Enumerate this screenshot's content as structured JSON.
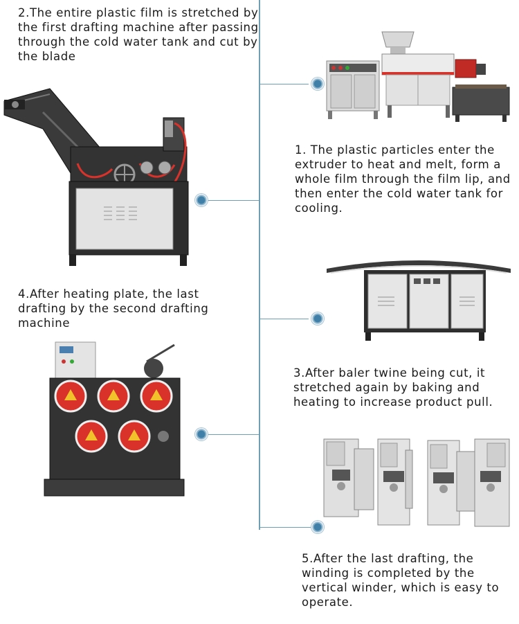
{
  "steps": [
    {
      "id": 1,
      "caption": "1. The plastic particles enter the extruder to heat and melt, form a whole film through the film lip, and then enter the cold water tank for cooling.",
      "photo_icon": "extruder-machine-icon"
    },
    {
      "id": 2,
      "caption": "2.The entire plastic film is stretched by the first drafting machine after passing through the cold water tank and cut by the blade",
      "photo_icon": "drafting-machine-icon"
    },
    {
      "id": 3,
      "caption": "3.After baler twine being cut, it stretched again by baking and heating to increase product pull.",
      "photo_icon": "heating-oven-icon"
    },
    {
      "id": 4,
      "caption": "4.After heating plate, the last drafting by the second drafting machine",
      "photo_icon": "second-drafting-machine-icon"
    },
    {
      "id": 5,
      "caption": "5.After the last drafting, the winding is completed by the vertical winder, which is easy to operate.",
      "photo_icon": "vertical-winder-icon"
    }
  ],
  "colors": {
    "timeline": "#6f9fb5",
    "dot": "#3f7fa8",
    "machine_grey": "#e3e3e3",
    "machine_dark": "#2f2f2f",
    "accent_red": "#d9322b",
    "accent_orange": "#e8821e"
  }
}
